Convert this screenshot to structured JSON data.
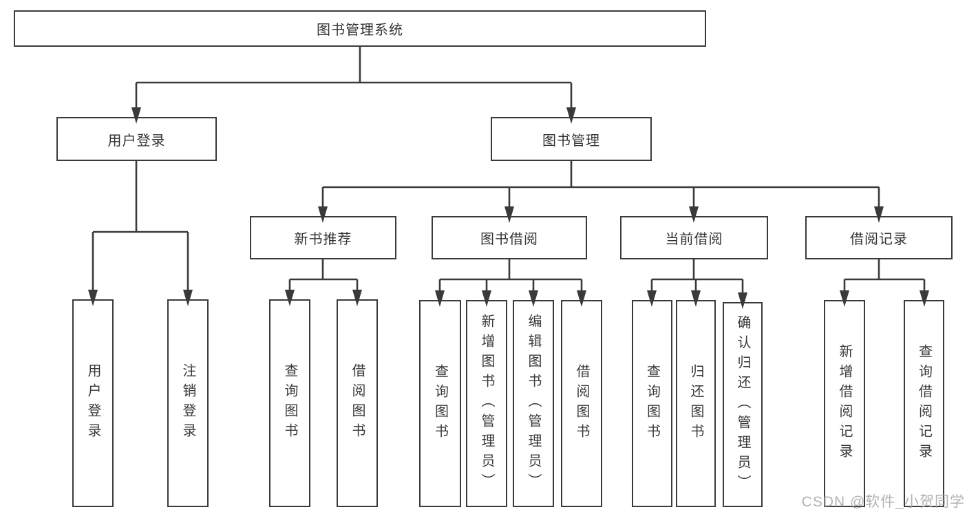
{
  "title": "图书管理系统",
  "watermark": "CSDN @软件_小贺同学",
  "colors": {
    "line": "#3a3a3a",
    "box_border": "#3a3a3a",
    "text": "#333333",
    "background": "#ffffff",
    "watermark": "#a5a5a5"
  },
  "nodes": {
    "root": "图书管理系统",
    "user_login": "用户登录",
    "book_management": "图书管理",
    "new_book_recommend": "新书推荐",
    "book_borrowing": "图书借阅",
    "current_borrowing": "当前借阅",
    "borrowing_records": "借阅记录",
    "leaves": {
      "user_login": "用户登录",
      "logout": "注销登录",
      "nb_query_books": "查询图书",
      "nb_borrow_books": "借阅图书",
      "bb_query_books": "查询图书",
      "bb_add_books_admin": "新增图书（管理员）",
      "bb_edit_books_admin": "编辑图书（管理员）",
      "bb_borrow_books": "借阅图书",
      "cb_query_books": "查询图书",
      "cb_return_books": "归还图书",
      "cb_confirm_return_admin": "确认归还（管理员）",
      "br_add_record": "新增借阅记录",
      "br_query_record": "查询借阅记录"
    }
  }
}
